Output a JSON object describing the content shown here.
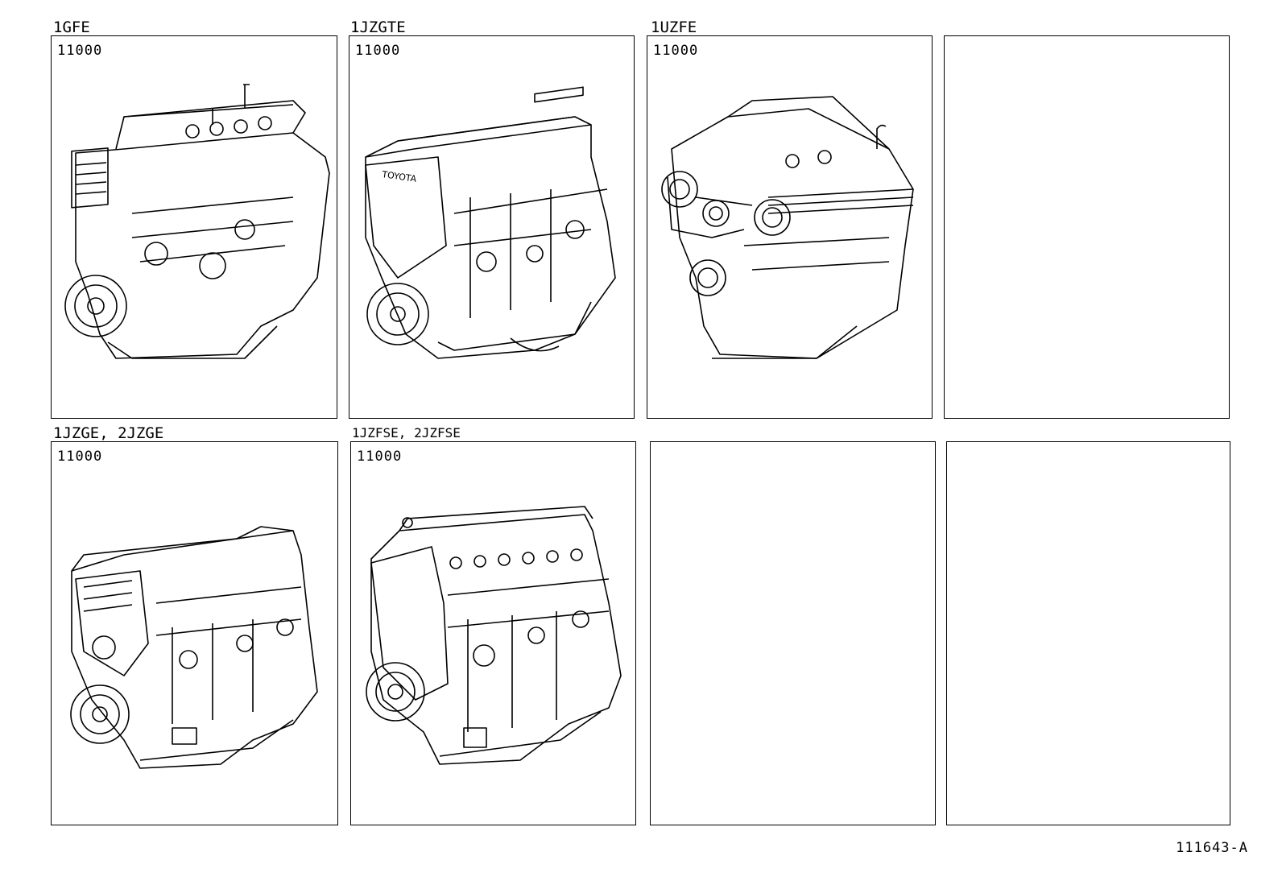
{
  "panels": [
    {
      "header": "1GFE",
      "code": "11000"
    },
    {
      "header": "1JZGTE",
      "code": "11000"
    },
    {
      "header": "1UZFE",
      "code": "11000"
    },
    {
      "header": "",
      "code": ""
    },
    {
      "header": "1JZGE, 2JZGE",
      "code": "11000"
    },
    {
      "header": "1JZFSE, 2JZFSE",
      "code": "11000"
    },
    {
      "header": "",
      "code": ""
    },
    {
      "header": "",
      "code": ""
    }
  ],
  "reference": "111643-A",
  "illustrations": [
    "engine-1gfe-icon",
    "engine-1jzgte-icon",
    "engine-1uzfe-icon",
    "engine-1jzge-2jzge-icon",
    "engine-1jzfse-2jzfse-icon"
  ]
}
